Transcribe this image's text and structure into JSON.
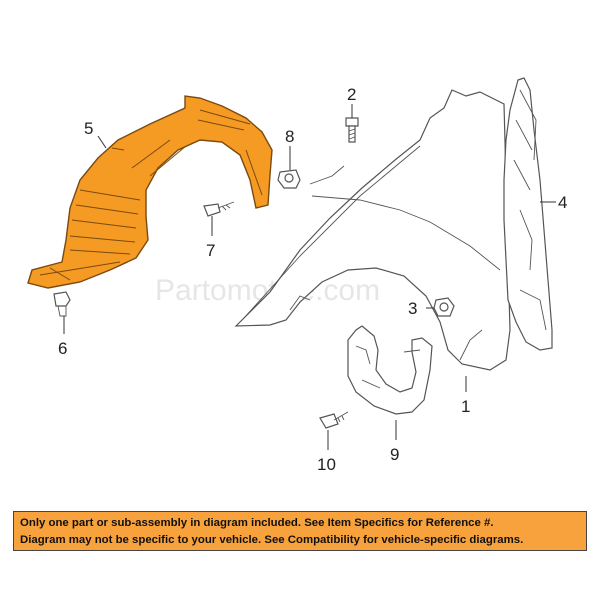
{
  "watermark": "Partomotive.com",
  "colors": {
    "liner_fill": "#f59a22",
    "liner_stroke": "#7a4a10",
    "part_stroke": "#555555",
    "banner_bg": "#f7a23c"
  },
  "callouts": {
    "c1": "1",
    "c2": "2",
    "c3": "3",
    "c4": "4",
    "c5": "5",
    "c6": "6",
    "c7": "7",
    "c8": "8",
    "c9": "9",
    "c10": "10"
  },
  "parts": {
    "fender_liner": "fender-liner-icon",
    "fender": "fender-icon",
    "fender_bracket": "bracket-icon",
    "splash_guard": "mud-flap-icon"
  },
  "disclaimer": {
    "line1": "Only one part or sub-assembly in diagram included. See Item Specifics for Reference #.",
    "line2": "Diagram may not be specific to your vehicle. See Compatibility for vehicle-specific diagrams."
  }
}
